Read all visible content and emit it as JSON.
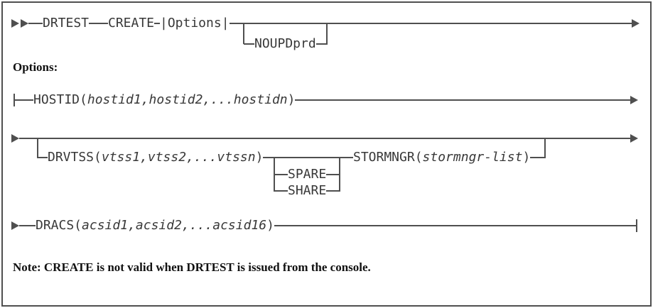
{
  "syntax": {
    "row1": {
      "keyword1": "DRTEST",
      "keyword2": "CREATE",
      "fragment_ref": "|Options|",
      "optional_keyword": "NOUPDprd"
    },
    "options_heading": "Options:",
    "hostid": {
      "open": "HOSTID(",
      "params": "hostid1,hostid2,...hostidn",
      "close": ")"
    },
    "drvtss": {
      "open": "DRVTSS(",
      "params": "vtss1,vtss2,...vtssn",
      "close": ")"
    },
    "spare_option": "SPARE",
    "share_option": "SHARE",
    "stormngr": {
      "open": "STORMNGR(",
      "params": "stormngr-list",
      "close": ")"
    },
    "dracs": {
      "open": "DRACS(",
      "params": "acsid1,acsid2,...acsid16",
      "close": ")"
    },
    "note": "Note: CREATE is not valid when DRTEST is issued from the console."
  },
  "colors": {
    "rail": "#4f4f4f",
    "text": "#383838"
  }
}
